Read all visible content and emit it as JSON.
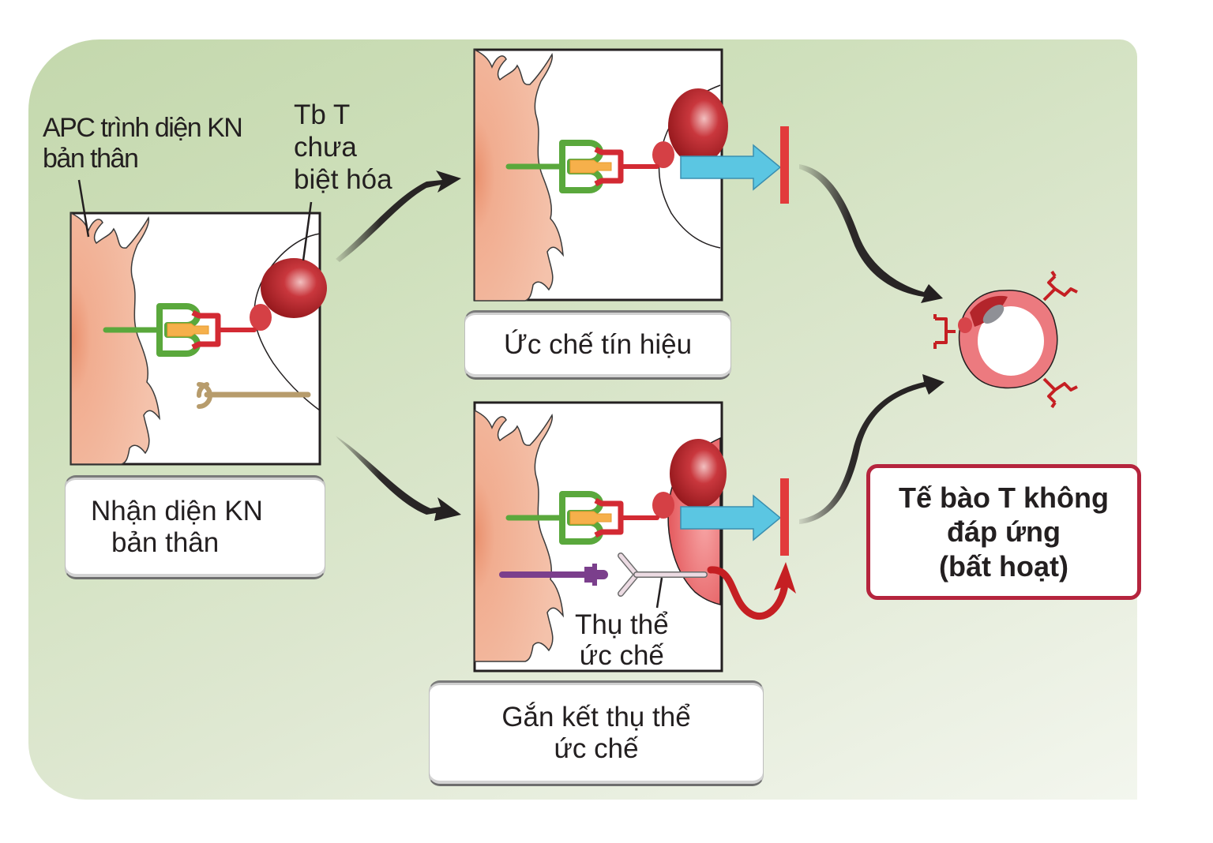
{
  "diagram": {
    "title_callouts": {
      "apc": [
        "APC trình diện KN",
        "bản thân"
      ],
      "naive_t_cell": [
        "Tb T",
        "chưa",
        "biệt hóa"
      ]
    },
    "panels": [
      {
        "id": "recognition",
        "caption": [
          "Nhận diện KN",
          "bản thân"
        ]
      },
      {
        "id": "signal-inhibition",
        "caption": [
          "Ức chế tín hiệu"
        ]
      },
      {
        "id": "inhibitory-receptor-binding",
        "caption": [
          "Gắn kết thụ thể",
          "ức chế"
        ],
        "inner_label": [
          "Thụ thể",
          "ức chế"
        ]
      }
    ],
    "result": {
      "label": [
        "Tế bào T không",
        "đáp ứng",
        "(bất hoạt)"
      ]
    },
    "colors": {
      "background_start": "#c4d8ad",
      "background_end": "#f3f6ee",
      "apc_cell": "#f0b49a",
      "t_cell": "#c0282f",
      "mhc": "#5aa83c",
      "antigen": "#f6b04b",
      "tcr": "#d32a33",
      "costim_ligand": "#b79c6c",
      "inhibitory_ligand": "#7b3f8c",
      "inhibitory_receptor": "#e8d7e0",
      "signal_arrow": "#5bc6e2",
      "block_bar": "#e23b3b",
      "result_border": "#b5243d"
    }
  }
}
